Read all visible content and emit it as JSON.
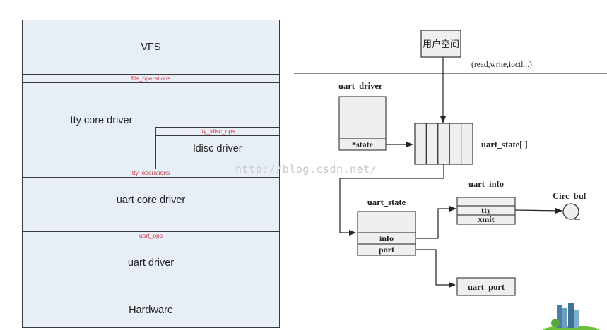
{
  "left_stack": {
    "layers": {
      "vfs": "VFS",
      "tty_core": "tty core driver",
      "ldisc": "ldisc driver",
      "uart_core": "uart core driver",
      "uart_driver": "uart driver",
      "hardware": "Hardware"
    },
    "interfaces": {
      "file_operations": "file_operations",
      "tty_ldisc_ops": "tty_ldisc_ops",
      "tty_operations": "tty_operations",
      "uart_ops": "uart_ops"
    }
  },
  "right_diagram": {
    "user_space": "用户空间",
    "syscalls": "(read,write,ioctl...)",
    "uart_driver": {
      "title": "uart_driver",
      "field": "*state"
    },
    "uart_state_array": {
      "title": "uart_state[ ]",
      "cells": 5
    },
    "uart_state": {
      "title": "uart_state",
      "fields": [
        "info",
        "port"
      ]
    },
    "uart_info": {
      "title": "uart_info",
      "fields": [
        "tty",
        "xmit"
      ]
    },
    "circ_buf": "Circ_buf",
    "uart_port": "uart_port"
  },
  "watermark": "http://blog.csdn.net/",
  "colors": {
    "layer_fill": "#e8eef6",
    "interface_text": "#d0404a",
    "box_fill": "#efefef",
    "line": "#333333"
  }
}
